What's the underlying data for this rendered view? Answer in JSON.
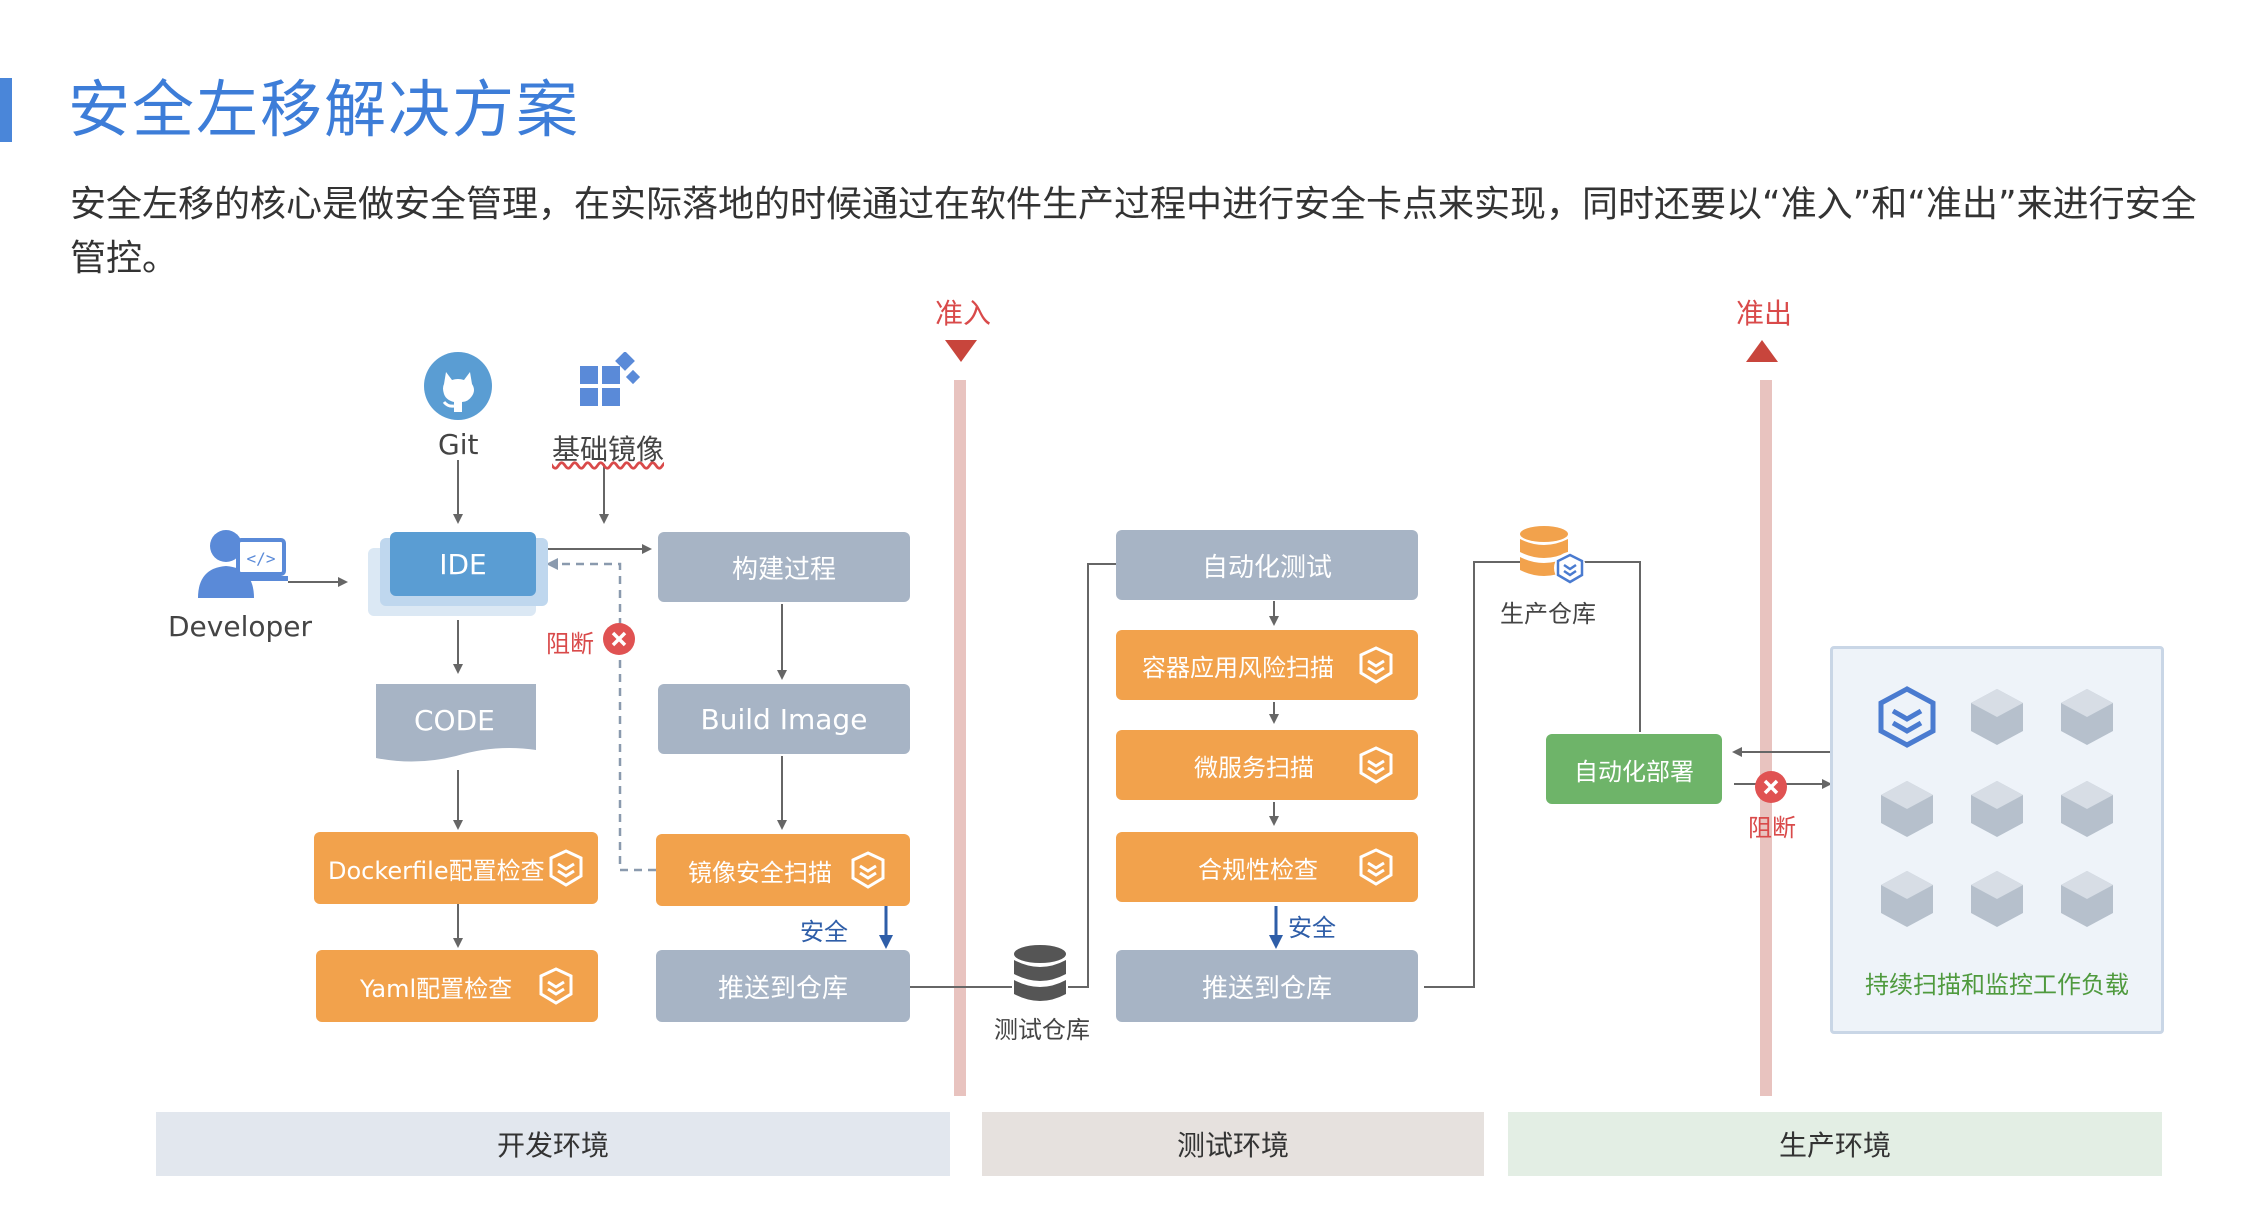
{
  "title": "安全左移解决方案",
  "description": "安全左移的核心是做安全管理，在实际落地的时候通过在软件生产过程中进行安全卡点来实现，同时还要以“准入”和“准出”来进行安全管控。",
  "gates": {
    "admit": "准入",
    "release": "准出"
  },
  "dev": {
    "git": "Git",
    "base_image": "基础镜像",
    "developer": "Developer",
    "ide": "IDE",
    "code": "CODE",
    "dockerfile_check": "Dockerfile配置检查",
    "yaml_check": "Yaml配置检查",
    "build": "构建过程",
    "build_image": "Build Image",
    "image_scan": "镜像安全扫描",
    "push": "推送到仓库",
    "block": "阻断",
    "safe": "安全"
  },
  "test": {
    "repo": "测试仓库",
    "auto_test": "自动化测试",
    "container_scan": "容器应用风险扫描",
    "microservice_scan": "微服务扫描",
    "compliance": "合规性检查",
    "push": "推送到仓库",
    "safe": "安全"
  },
  "prod": {
    "repo": "生产仓库",
    "deploy": "自动化部署",
    "block": "阻断",
    "workload": "持续扫描和监控工作负载"
  },
  "envs": {
    "dev": "开发环境",
    "test": "测试环境",
    "prod": "生产环境"
  },
  "colors": {
    "title": "#3d7dd8",
    "gray_box": "#a7b4c5",
    "orange_box": "#f2a24c",
    "green_box": "#6eb469",
    "gate_line": "#e8c3bf",
    "red": "#d94a4a"
  }
}
